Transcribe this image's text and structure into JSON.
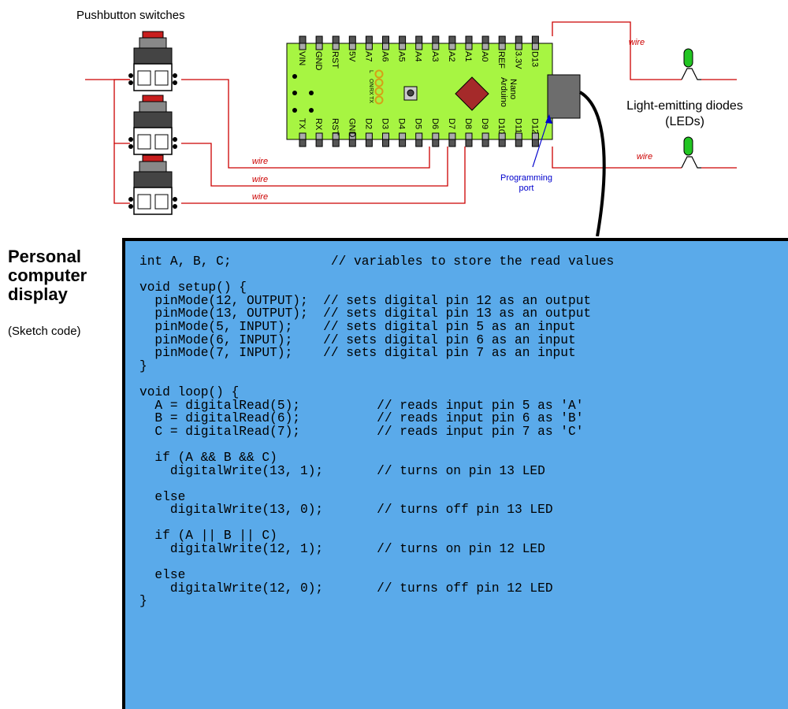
{
  "labels": {
    "pushbuttons": "Pushbutton switches",
    "leds_line1": "Light-emitting diodes",
    "leds_line2": "(LEDs)",
    "programming_port_line1": "Programming",
    "programming_port_line2": "port",
    "wire": "wire",
    "pc_line1": "Personal",
    "pc_line2": "computer",
    "pc_line3": "display",
    "sketch_code": "(Sketch code)"
  },
  "board": {
    "top_pins": [
      "VIN",
      "GND",
      "RST",
      "5V",
      "A7",
      "A6",
      "A5",
      "A4",
      "A3",
      "A2",
      "A1",
      "A0",
      "REF",
      "3.3V",
      "D13"
    ],
    "bottom_pins": [
      "TX",
      "RX",
      "RST",
      "GND",
      "D2",
      "D3",
      "D4",
      "D5",
      "D6",
      "D7",
      "D8",
      "D9",
      "D10",
      "D11",
      "D12"
    ],
    "led_labels": [
      "L",
      "ON",
      "RX",
      "TX"
    ],
    "name_line1": "Arduino",
    "name_line2": "Nano"
  },
  "colors": {
    "board": "#a7f542",
    "wire": "#cc0000",
    "wire_label": "#cc0000",
    "led": "#22c522",
    "chip": "#a52a2a",
    "screen": "#5aaaea",
    "port_label": "#0000cc"
  },
  "code": "int A, B, C;             // variables to store the read values\n\nvoid setup() {\n  pinMode(12, OUTPUT);  // sets digital pin 12 as an output\n  pinMode(13, OUTPUT);  // sets digital pin 13 as an output\n  pinMode(5, INPUT);    // sets digital pin 5 as an input\n  pinMode(6, INPUT);    // sets digital pin 6 as an input\n  pinMode(7, INPUT);    // sets digital pin 7 as an input\n}\n\nvoid loop() {\n  A = digitalRead(5);          // reads input pin 5 as 'A'\n  B = digitalRead(6);          // reads input pin 6 as 'B'\n  C = digitalRead(7);          // reads input pin 7 as 'C'\n\n  if (A && B && C)\n    digitalWrite(13, 1);       // turns on pin 13 LED\n\n  else\n    digitalWrite(13, 0);       // turns off pin 13 LED\n\n  if (A || B || C)\n    digitalWrite(12, 1);       // turns on pin 12 LED\n\n  else\n    digitalWrite(12, 0);       // turns off pin 12 LED\n}"
}
